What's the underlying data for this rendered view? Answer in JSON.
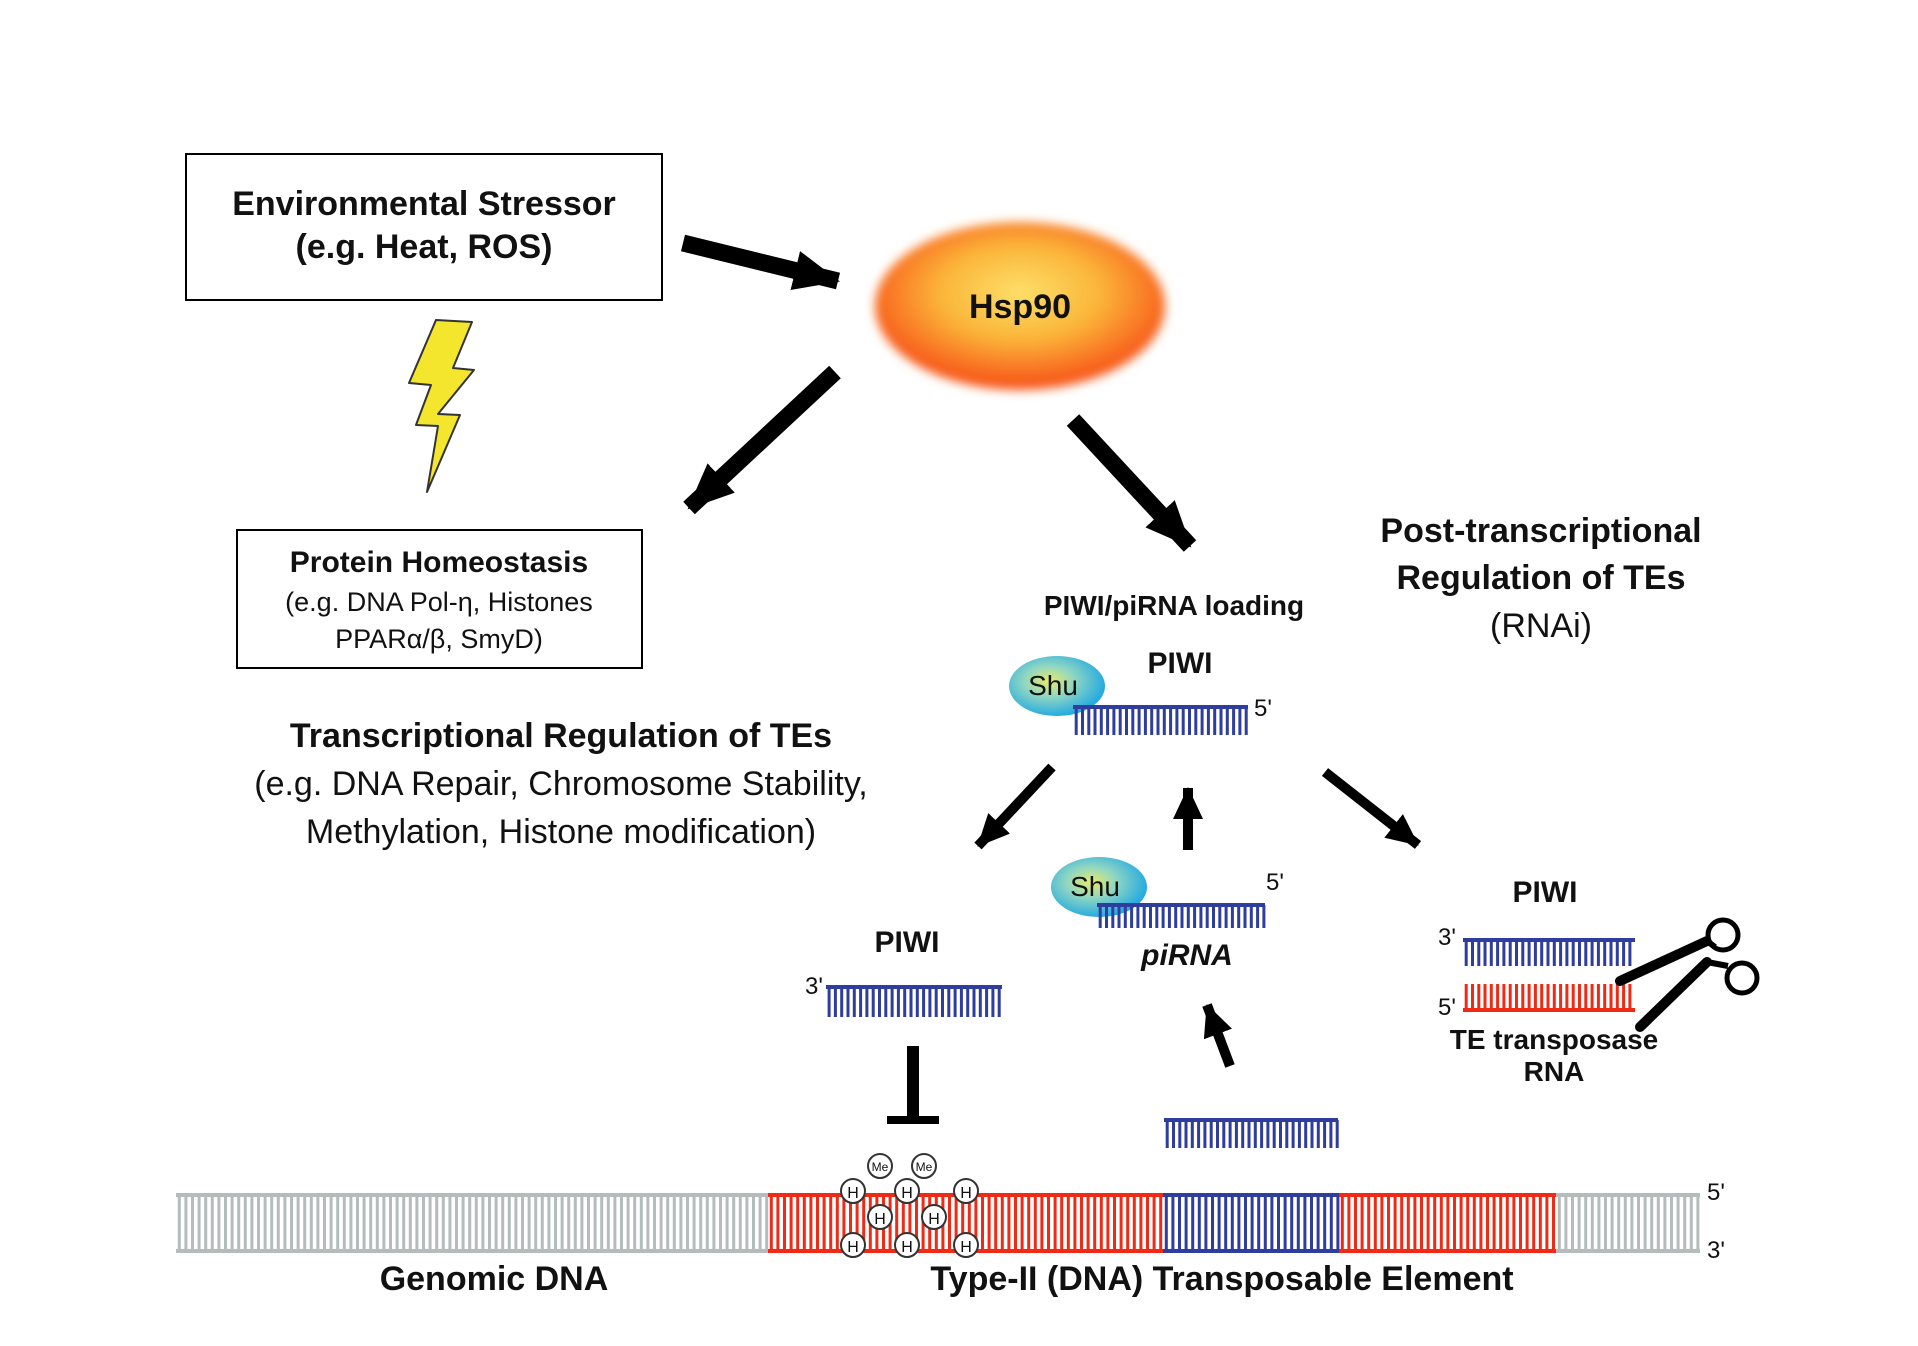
{
  "stressor": {
    "line1": "Environmental Stressor",
    "line2": "(e.g. Heat, ROS)"
  },
  "hsp90": {
    "label": "Hsp90"
  },
  "homeostasis": {
    "title": "Protein Homeostasis",
    "line1": "(e.g. DNA Pol-η, Histones",
    "line2": "PPARα/β, SmyD)"
  },
  "transcriptional": {
    "title": "Transcriptional Regulation of TEs",
    "line1": "(e.g. DNA Repair, Chromosome Stability,",
    "line2": "Methylation, Histone modification)"
  },
  "post_transcriptional": {
    "line1": "Post-transcriptional",
    "line2": "Regulation of TEs",
    "line3": "(RNAi)"
  },
  "loading": {
    "label": "PIWI/piRNA loading"
  },
  "piwi_top": {
    "label": "PIWI",
    "shu": "Shu",
    "end": "5'"
  },
  "pirna": {
    "shu": "Shu",
    "end": "5'",
    "label": "piRNA"
  },
  "piwi_left": {
    "label": "PIWI",
    "end": "3'"
  },
  "piwi_right": {
    "label": "PIWI",
    "end3": "3'",
    "end5": "5'",
    "rna1": "TE transposase",
    "rna2": "RNA"
  },
  "dna": {
    "end5": "5'",
    "end3": "3'",
    "genomic": "Genomic DNA",
    "te": "Type-II (DNA) Transposable Element"
  },
  "marks": {
    "histone": "H",
    "methyl": "Me"
  },
  "colors": {
    "blue": "#2e3d9e",
    "red": "#f02a14",
    "gray": "#b4bcbc",
    "bolt": "#f3e62c"
  }
}
